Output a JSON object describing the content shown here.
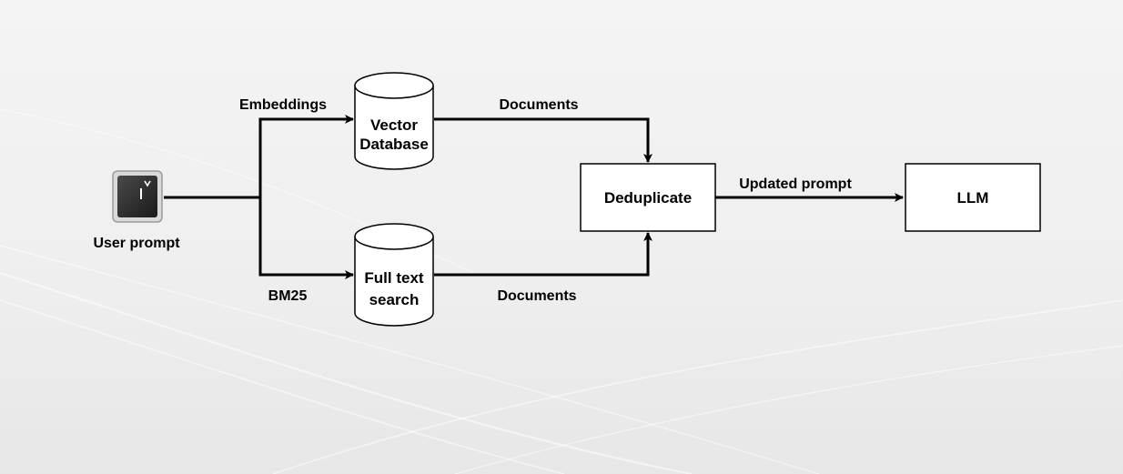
{
  "nodes": {
    "user_prompt": {
      "label": "User prompt",
      "icon": "terminal-icon"
    },
    "vector_db": {
      "label_line1": "Vector",
      "label_line2": "Database"
    },
    "fulltext": {
      "label_line1": "Full text",
      "label_line2": "search"
    },
    "deduplicate": {
      "label": "Deduplicate"
    },
    "llm": {
      "label": "LLM"
    }
  },
  "edges": {
    "embeddings": "Embeddings",
    "bm25": "BM25",
    "documents_top": "Documents",
    "documents_bottom": "Documents",
    "updated_prompt": "Updated prompt"
  },
  "colors": {
    "stroke": "#000000",
    "node_fill": "#ffffff",
    "icon_dark": "#2a2a2a"
  }
}
